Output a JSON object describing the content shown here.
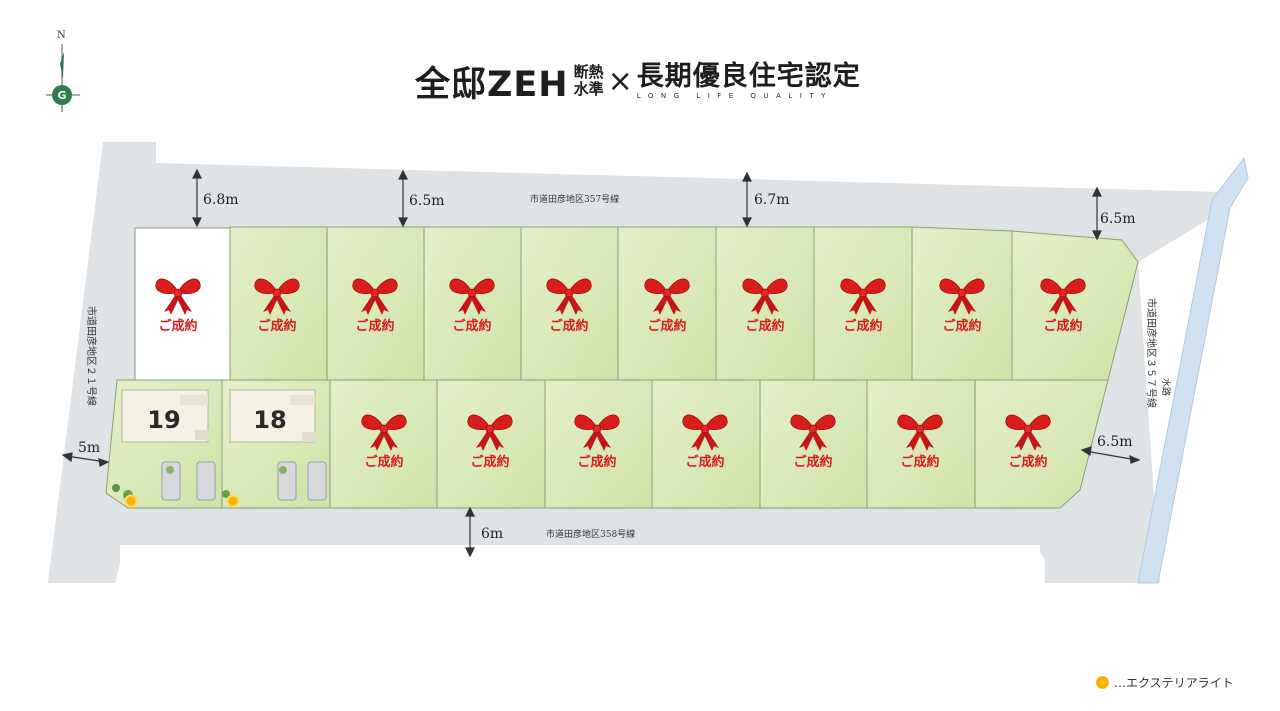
{
  "header": {
    "title_main": "全邸ZEH",
    "title_small_line1": "断熱",
    "title_small_line2": "水準",
    "title_cross": "×",
    "title_right": "長期優良住宅認定",
    "title_right_sub": "LONG LIFE QUALITY"
  },
  "compass": {
    "north_label": "N"
  },
  "roads": {
    "north": "市道田彦地区357号線",
    "south": "市道田彦地区358号線",
    "west": "市道田彦地区２１号線",
    "east": "市道田彦地区３５７号線",
    "waterway": "水路"
  },
  "dimensions": {
    "d_6_8": "6.8m",
    "d_6_5_top": "6.5m",
    "d_6_7": "6.7m",
    "d_6_5_right_top": "6.5m",
    "d_5": "5m",
    "d_6_5_right_bottom": "6.5m",
    "d_6": "6m"
  },
  "lots": {
    "sold_label": "ご成約",
    "available": [
      "19",
      "18"
    ]
  },
  "legend": {
    "exterior_light": "…エクステリアライト"
  },
  "colors": {
    "road": "#dfe3e6",
    "lot_green": "#d9e9b5",
    "lot_border": "#8a9e78",
    "ribbon_red": "#d91c1c",
    "house": "#f4f1e3",
    "water": "#cfe0f3",
    "compass_green": "#2e7d4f"
  }
}
